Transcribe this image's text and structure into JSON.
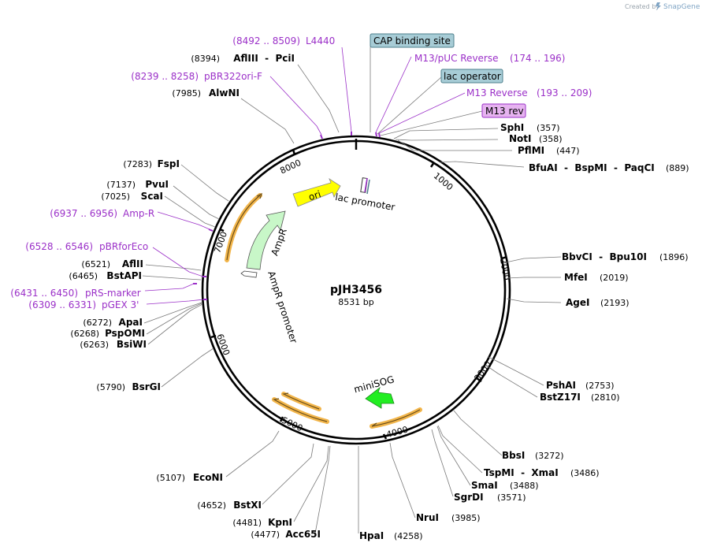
{
  "branding": {
    "created_by": "Created by",
    "app": "SnapGene"
  },
  "plasmid": {
    "name": "pJH3456",
    "length_label": "8531 bp",
    "length": 8531
  },
  "colors": {
    "backbone": "#000000",
    "primer": "#9b30c8",
    "ori": "#ffff00",
    "ampr": "#c8f7c8",
    "minisog": "#22ee22",
    "orange_feature": "#f2b54a",
    "box_blue": "#a7ccd6",
    "box_pink": "#e6b3f0"
  },
  "ticks": [
    "1000",
    "2000",
    "3000",
    "4000",
    "5000",
    "6000",
    "7000",
    "8000"
  ],
  "features": {
    "ori": "ori",
    "ampr": "AmpR",
    "ampr_promoter": "AmpR promoter",
    "lac_promoter": "lac promoter",
    "minisog": "miniSOG"
  },
  "sites_right": [
    {
      "name": "SphI",
      "pos": "(357)"
    },
    {
      "name": "NotI",
      "pos": "(358)"
    },
    {
      "name": "PflMI",
      "pos": "(447)"
    },
    {
      "name": "BfuAI  -  BspMI  -  PaqCI",
      "pos": "(889)"
    },
    {
      "name": "BbvCI  -  Bpu10I",
      "pos": "(1896)"
    },
    {
      "name": "MfeI",
      "pos": "(2019)"
    },
    {
      "name": "AgeI",
      "pos": "(2193)"
    },
    {
      "name": "PshAI",
      "pos": "(2753)"
    },
    {
      "name": "BstZ17I",
      "pos": "(2810)"
    },
    {
      "name": "BbsI",
      "pos": "(3272)"
    },
    {
      "name": "TspMI  -  XmaI",
      "pos": "(3486)"
    },
    {
      "name": "SmaI",
      "pos": "(3488)"
    },
    {
      "name": "SgrDI",
      "pos": "(3571)"
    },
    {
      "name": "NruI",
      "pos": "(3985)"
    },
    {
      "name": "HpaI",
      "pos": "(4258)"
    }
  ],
  "sites_left": [
    {
      "name": "AflIII  -  PciI",
      "pos": "(8394)"
    },
    {
      "name": "AlwNI",
      "pos": "(7985)"
    },
    {
      "name": "FspI",
      "pos": "(7283)"
    },
    {
      "name": "PvuI",
      "pos": "(7137)"
    },
    {
      "name": "ScaI",
      "pos": "(7025)"
    },
    {
      "name": "AflII",
      "pos": "(6521)"
    },
    {
      "name": "BstAPI",
      "pos": "(6465)"
    },
    {
      "name": "ApaI",
      "pos": "(6272)"
    },
    {
      "name": "PspOMI",
      "pos": "(6268)"
    },
    {
      "name": "BsiWI",
      "pos": "(6263)"
    },
    {
      "name": "BsrGI",
      "pos": "(5790)"
    },
    {
      "name": "EcoNI",
      "pos": "(5107)"
    },
    {
      "name": "BstXI",
      "pos": "(4652)"
    },
    {
      "name": "KpnI",
      "pos": "(4481)"
    },
    {
      "name": "Acc65I",
      "pos": "(4477)"
    }
  ],
  "primers": [
    {
      "name": "L4440",
      "range": "(8492 .. 8509)"
    },
    {
      "name": "M13/pUC Reverse",
      "range": "(174 .. 196)"
    },
    {
      "name": "M13 Reverse",
      "range": "(193 .. 209)"
    },
    {
      "name": "pBR322ori-F",
      "range": "(8239 .. 8258)"
    },
    {
      "name": "Amp-R",
      "range": "(6937 .. 6956)"
    },
    {
      "name": "pBRforEco",
      "range": "(6528 .. 6546)"
    },
    {
      "name": "pRS-marker",
      "range": "(6431 .. 6450)"
    },
    {
      "name": "pGEX 3'",
      "range": "(6309 .. 6331)"
    }
  ],
  "boxes": {
    "cap": "CAP binding site",
    "lac_operator": "lac operator",
    "m13_rev": "M13 rev"
  }
}
